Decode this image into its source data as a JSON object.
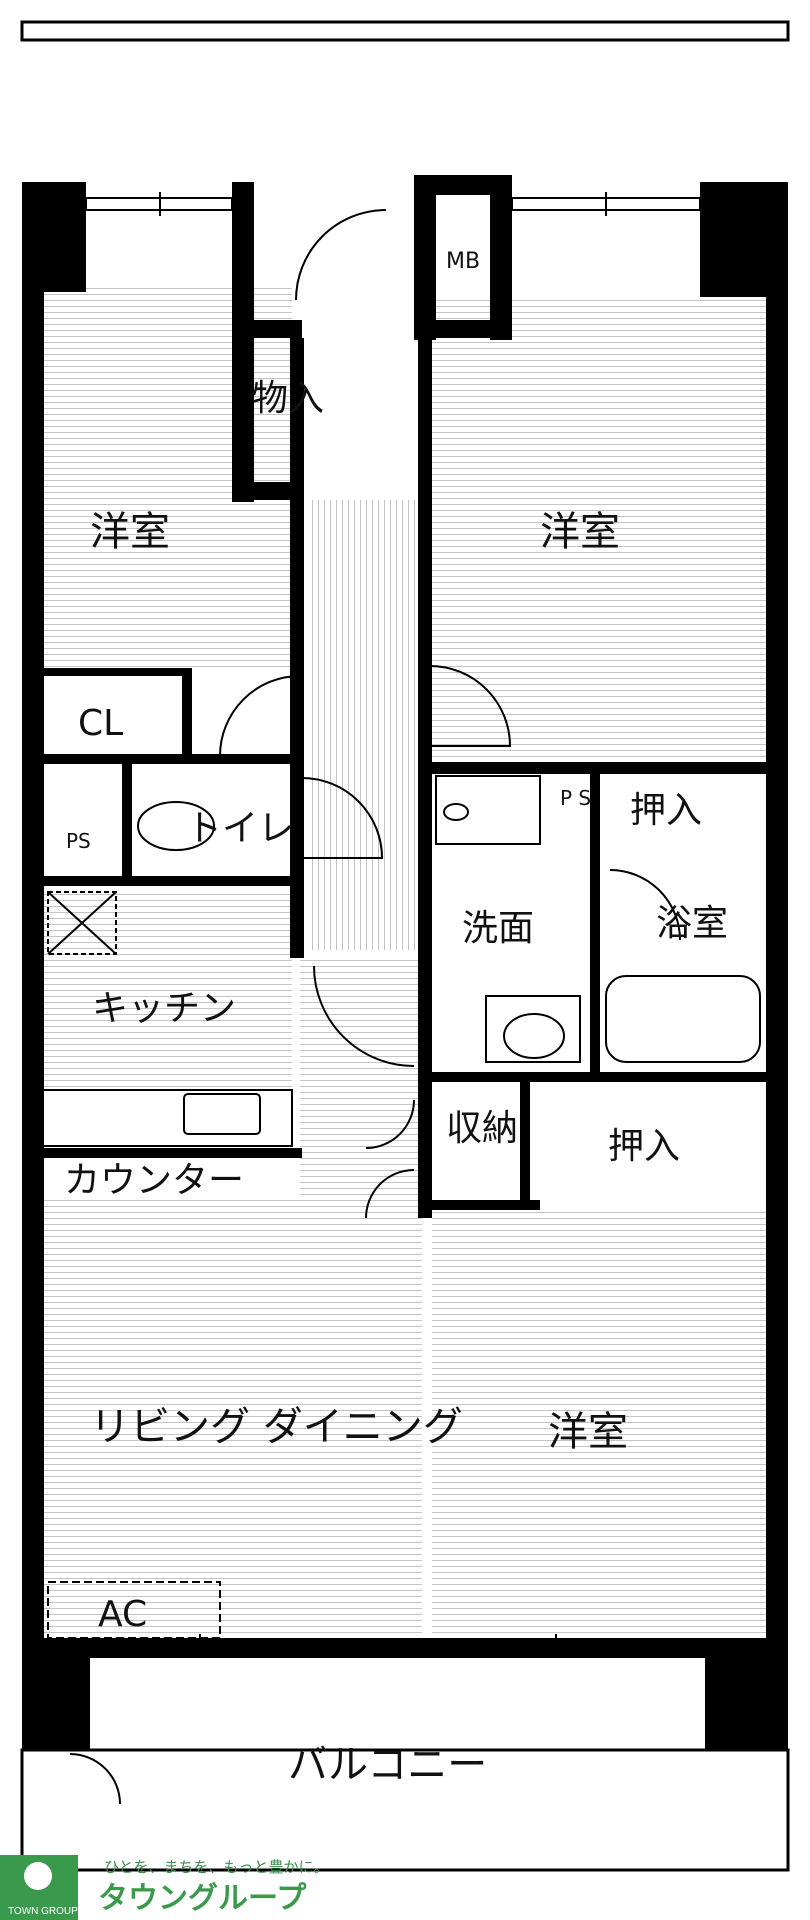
{
  "rooms": {
    "bedroom_north_west": "洋室",
    "bedroom_north_east": "洋室",
    "bedroom_south_east": "洋室",
    "closet_cl": "CL",
    "pipe_space_left": "PS",
    "pipe_space_right": "P S",
    "toilet": "トイレ",
    "storage_entry": "物入",
    "meter_box": "MB",
    "closet_oshiire_top": "押入",
    "closet_oshiire_mid": "押入",
    "washroom": "洗面",
    "bathroom": "浴室",
    "kitchen": "キッチン",
    "counter": "カウンター",
    "storage_shuno": "収納",
    "living_dining": "リビング ダイニング",
    "air_conditioner": "AC",
    "balcony": "バルコニー"
  },
  "branding": {
    "tagline": "ひとを、まちを、もっと豊かに。",
    "company": "タウングループ",
    "logo_text": "TOWN GROUP",
    "brand_color": "#3a9a4c"
  },
  "colors": {
    "wall": "#000000",
    "floor_line": "#c8c8c8",
    "background": "#ffffff"
  }
}
